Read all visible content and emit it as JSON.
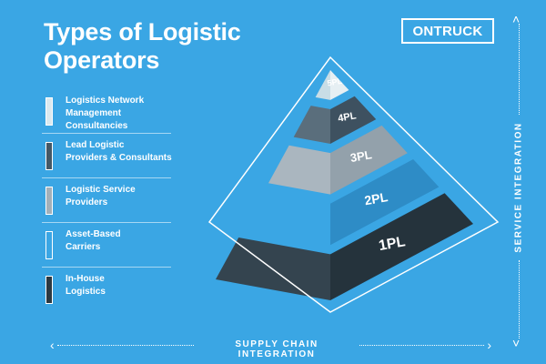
{
  "title": [
    "Types of Logistic",
    "Operators"
  ],
  "brand": "ONTRUCK",
  "legend": [
    {
      "label_lines": [
        "Logistics Network",
        "Management",
        "Consultancies"
      ],
      "swatch": "#dbe9ef"
    },
    {
      "label_lines": [
        "Lead Logistic",
        "Providers & Consultants"
      ],
      "swatch": "#445866"
    },
    {
      "label_lines": [
        "Logistic Service",
        "Providers"
      ],
      "swatch": "#a3b0b9"
    },
    {
      "label_lines": [
        "Asset-Based",
        "Carriers"
      ],
      "swatch": "#3aa6e4"
    },
    {
      "label_lines": [
        "In-House",
        "Logistics"
      ],
      "swatch": "#2b3942"
    }
  ],
  "pyramid": {
    "levels": [
      {
        "label": "5PL",
        "left": "#c9dde6",
        "right": "#e6eff3"
      },
      {
        "label": "4PL",
        "left": "#5a6e7c",
        "right": "#3e5160"
      },
      {
        "label": "3PL",
        "left": "#aab6bf",
        "right": "#93a1ab"
      },
      {
        "label": "2PL",
        "left": "#3aa6e4",
        "right": "#2e8cc6"
      },
      {
        "label": "1PL",
        "left": "#34444f",
        "right": "#25333c"
      }
    ]
  },
  "axes": {
    "horizontal": "SUPPLY CHAIN INTEGRATION",
    "vertical": "SERVICE INTEGRATION"
  },
  "colors": {
    "background": "#3aa6e4",
    "foreground": "#ffffff"
  }
}
